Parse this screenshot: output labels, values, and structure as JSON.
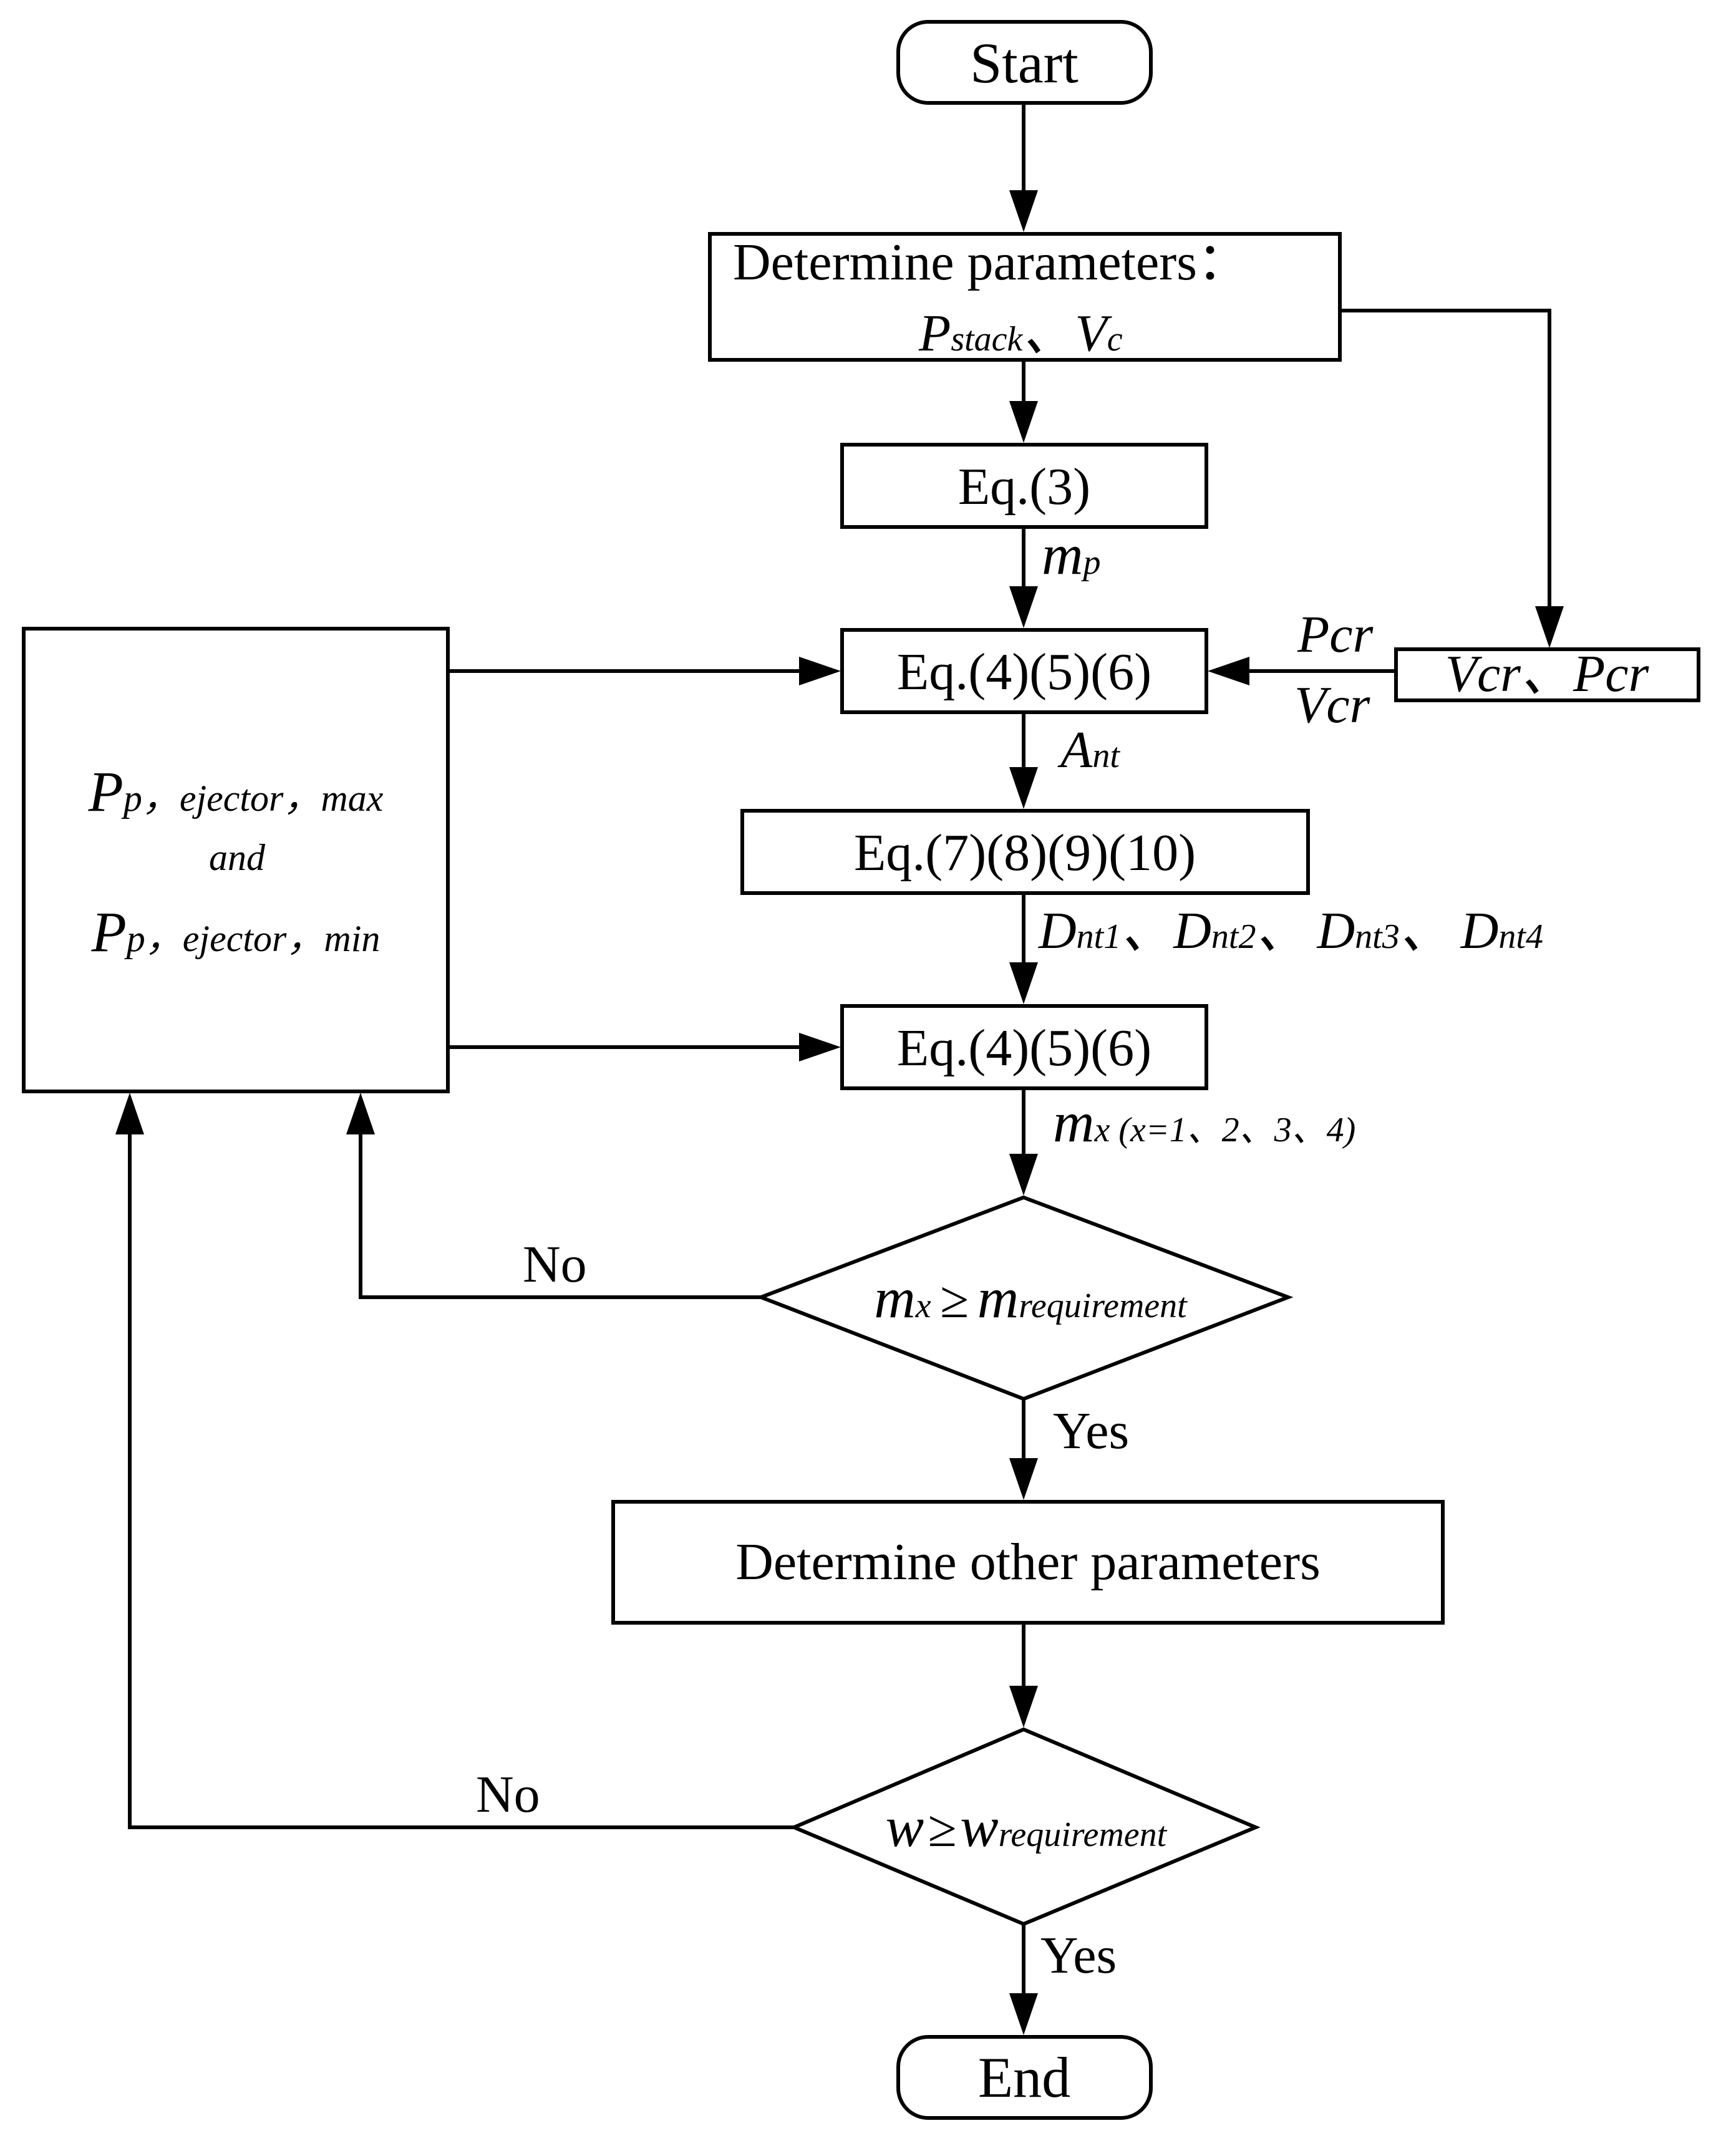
{
  "nodes": {
    "start": "Start",
    "determine_params_title": "Determine parameters：",
    "determine_params_sub": {
      "p": "P",
      "p_sub": "stack",
      "sep": "、",
      "v": "V",
      "v_sub": "c"
    },
    "eq3": "Eq.(3)",
    "eq456_top": "Eq.(4)(5)(6)",
    "eq78910": "Eq.(7)(8)(9)(10)",
    "eq456_bottom": "Eq.(4)(5)(6)",
    "vcr_pcr": "Vcr、Pcr",
    "ejector_line1": {
      "p": "P",
      "sub": "p，ejector，max"
    },
    "ejector_line2": "and",
    "ejector_line3": {
      "p": "P",
      "sub": "p，ejector，min"
    },
    "decision1": {
      "m": "m",
      "m_sub": "x",
      "op": "≥",
      "m2": "m",
      "m2_sub": "requirement"
    },
    "determine_other": "Determine other parameters",
    "decision2": {
      "w": "w",
      "op": "≥",
      "w2": "w",
      "w2_sub": "requirement"
    },
    "end": "End"
  },
  "edge_labels": {
    "mp": {
      "m": "m",
      "sub": "p"
    },
    "pcr": "Pcr",
    "vcr": "Vcr",
    "ant": {
      "a": "A",
      "sub": "nt"
    },
    "dnt": {
      "d1": "D",
      "s1": "nt1",
      "sep1": "、",
      "d2": "D",
      "s2": "nt2",
      "sep2": "、",
      "d3": "D",
      "s3": "nt3",
      "sep3": "、",
      "d4": "D",
      "s4": "nt4"
    },
    "mx": {
      "m": "m",
      "sub": "x (x=1、2、3、4)"
    },
    "no1": "No",
    "yes1": "Yes",
    "no2": "No",
    "yes2": "Yes"
  }
}
